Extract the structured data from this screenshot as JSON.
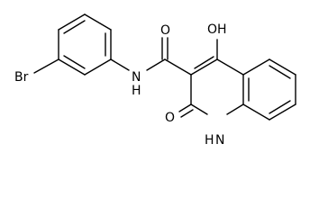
{
  "molecule": {
    "atom_labels": {
      "bromine": "Br",
      "amide_nitrogen": "N",
      "amide_nitrogen_h": "H",
      "carbonyl_oxygen": "O",
      "hydroxyl": "OH",
      "ring_carbonyl_oxygen": "O",
      "ring_nitrogen_h": "H",
      "ring_nitrogen": "N"
    },
    "bond_color": "#000000",
    "background": "#ffffff"
  }
}
